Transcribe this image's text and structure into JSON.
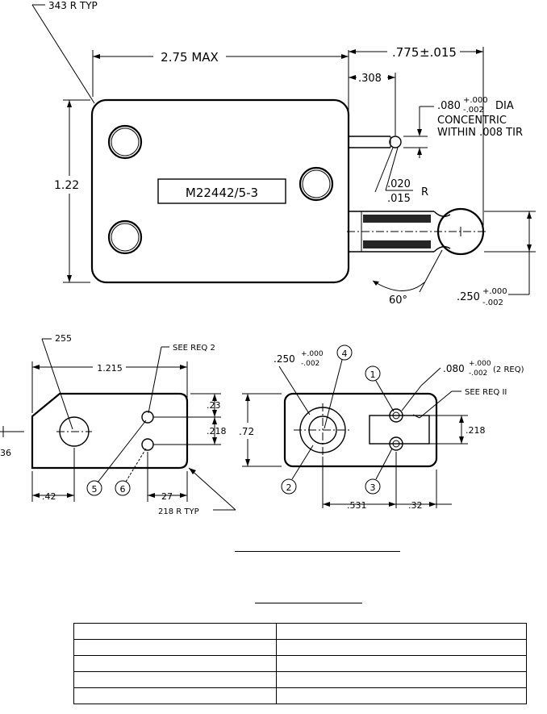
{
  "main_view": {
    "radius_note": "343 R TYP",
    "overall_length": "2.75 MAX",
    "plug_length": ".775",
    "plug_length_tol": "±.015",
    "tip_offset": ".308",
    "pin_dia": ".080",
    "pin_dia_tol_plus": "+.000",
    "pin_dia_tol_minus": "-.002",
    "pin_dia_label": "DIA",
    "concentric_1": "CONCENTRIC",
    "concentric_2": "WITHIN .008 TIR",
    "height": "1.22",
    "marking": "M22442/5-3",
    "tip_radius_top": ".020",
    "tip_radius_bottom": ".015",
    "tip_radius_label": "R",
    "angle": "60°",
    "plug_dia": ".250",
    "plug_dia_tol_plus": "+.000",
    "plug_dia_tol_minus": "-.002"
  },
  "left_view": {
    "hole_dia": "255",
    "width": "1.215",
    "see_req": "SEE REQ 2",
    "dim_23": ".23",
    "dim_218": ".218",
    "dim_36": "36",
    "dim_42": ".42",
    "dim_27": "27",
    "radius_note": "218 R TYP",
    "balloon_5": "5",
    "balloon_6": "6"
  },
  "right_view": {
    "bore_dia": ".250",
    "bore_tol_plus": "+.000",
    "bore_tol_minus": "-.002",
    "pin_dia": ".080",
    "pin_tol_plus": "+.000",
    "pin_tol_minus": "-.002",
    "pin_qty": "(2 REQ)",
    "see_req": "SEE REQ II",
    "height": ".72",
    "dim_218": ".218",
    "dim_531": ".531",
    "dim_32": ".32",
    "balloon_1": "1",
    "balloon_2": "2",
    "balloon_3": "3",
    "balloon_4": "4"
  }
}
